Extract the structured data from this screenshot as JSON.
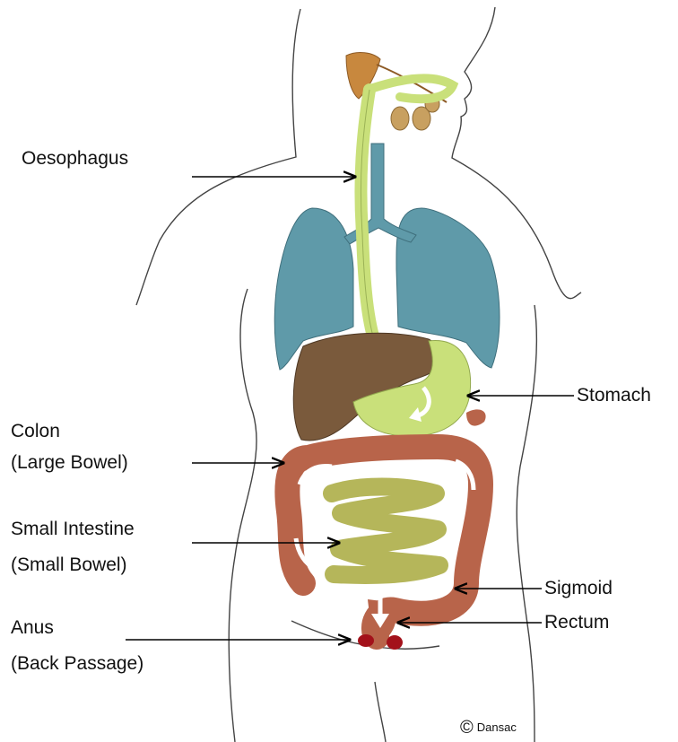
{
  "labels": {
    "oesophagus": "Oesophagus",
    "stomach": "Stomach",
    "colon": [
      "Colon",
      "(Large Bowel)"
    ],
    "small_intestine": [
      "Small Intestine",
      "(Small Bowel)"
    ],
    "sigmoid": "Sigmoid",
    "rectum": "Rectum",
    "anus": [
      "Anus",
      "(Back Passage)"
    ]
  },
  "copyright": {
    "symbol": "©",
    "name": "Dansac"
  },
  "colors": {
    "outline": "#444444",
    "digestive_tract": "#c9e07a",
    "lungs": "#5f9aa9",
    "liver": "#7a5a3c",
    "colon": "#b8644a",
    "small_intestine": "#b5b65a",
    "salivary_glands": "#c8883e",
    "anus": "#a3111a"
  }
}
